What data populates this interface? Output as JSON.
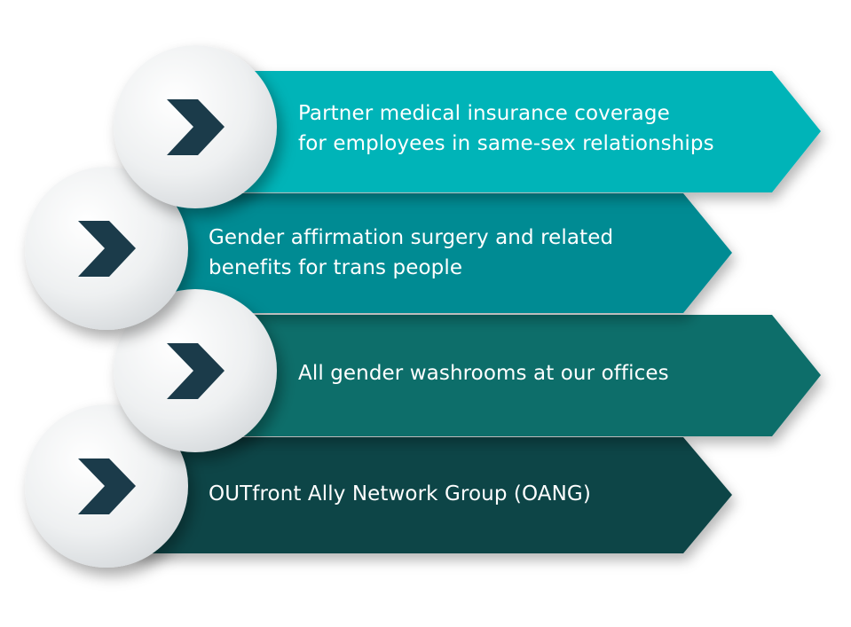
{
  "colors": {
    "step_1": "#00b4b8",
    "step_2": "#008b93",
    "step_3": "#0b6e6a",
    "step_4": "#114447",
    "chevron": "#1b3b4a",
    "circle": "#eef0f1"
  },
  "steps": [
    {
      "icon": "chevron-right-icon",
      "lines": [
        "Partner medical insurance coverage",
        "for employees in same-sex relationships"
      ]
    },
    {
      "icon": "chevron-right-icon",
      "lines": [
        "Gender affirmation surgery and related",
        "benefits for trans people"
      ]
    },
    {
      "icon": "chevron-right-icon",
      "lines": [
        "All gender washrooms at our offices"
      ]
    },
    {
      "icon": "chevron-right-icon",
      "lines": [
        "OUTfront Ally Network Group (OANG)"
      ]
    }
  ]
}
